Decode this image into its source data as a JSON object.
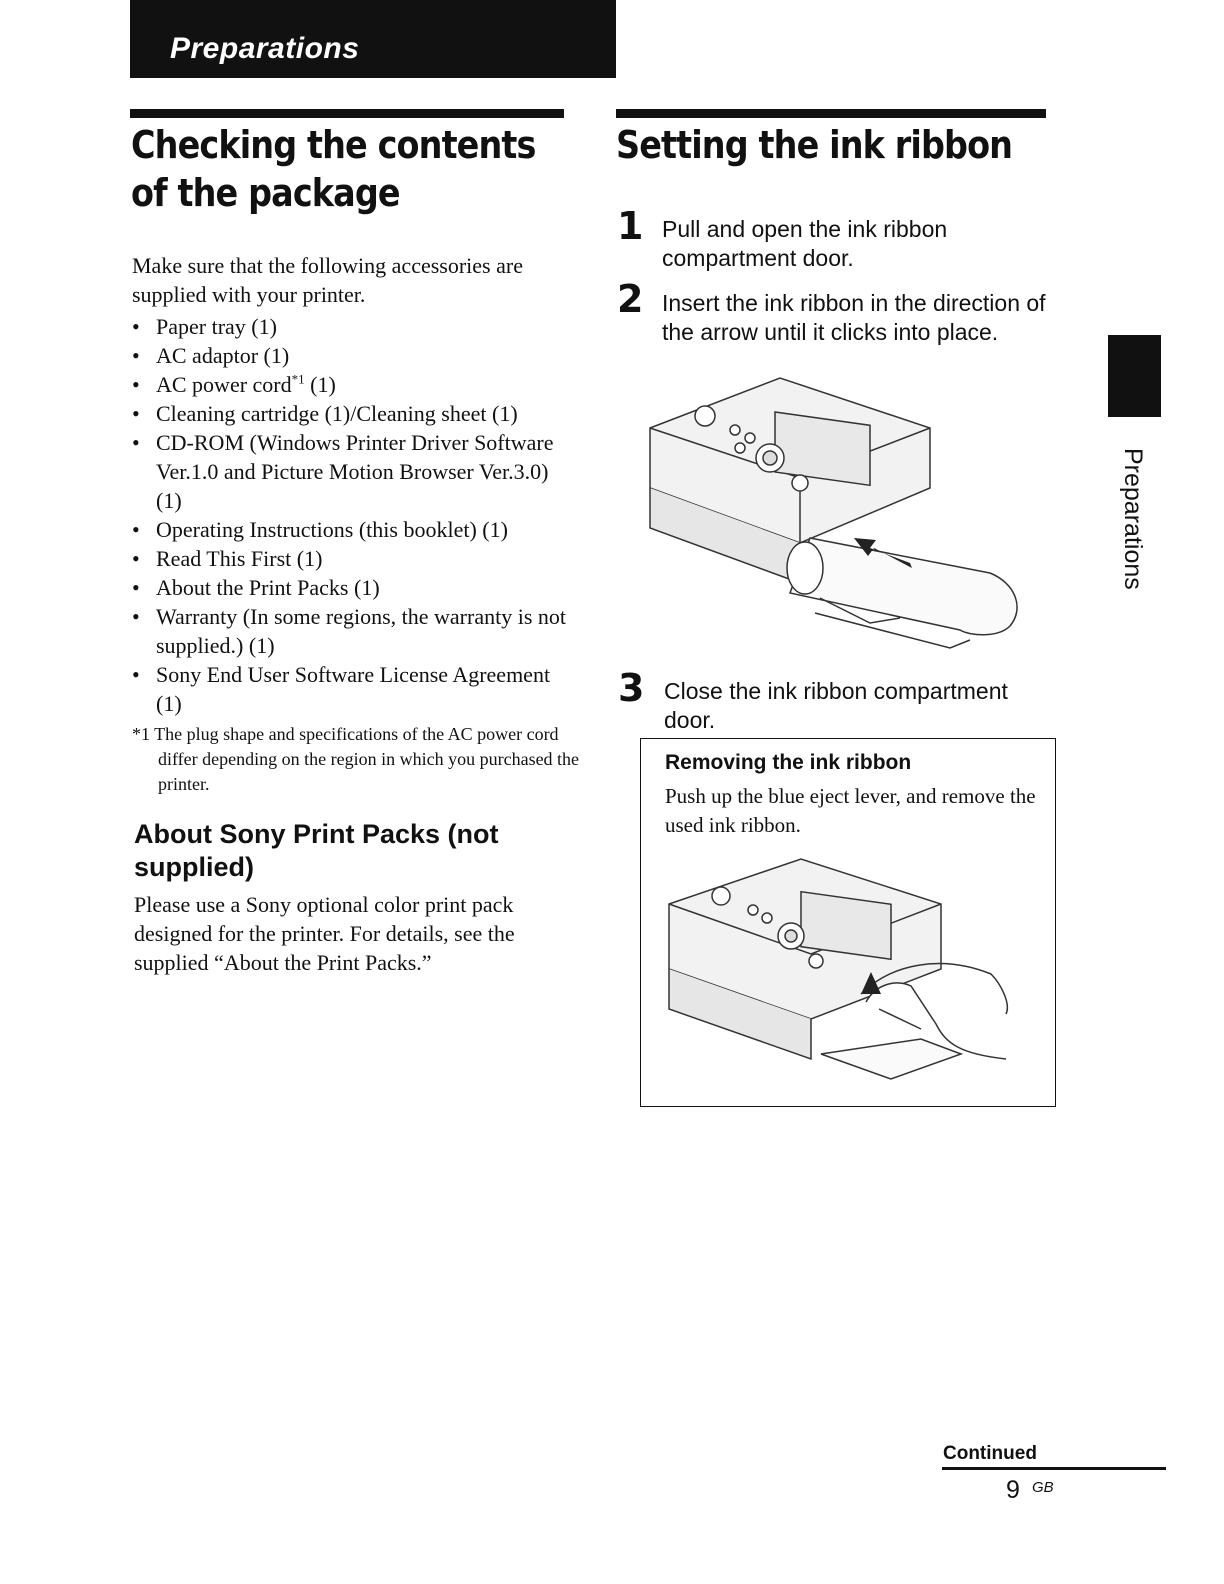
{
  "header": {
    "section_label": "Preparations"
  },
  "left": {
    "title_line1": "Checking the contents",
    "title_line2": "of the package",
    "intro": "Make sure that the following accessories are supplied with your printer.",
    "items": [
      "Paper tray (1)",
      "AC adaptor (1)",
      "AC power cord",
      "Cleaning cartridge (1)/Cleaning sheet (1)",
      "CD-ROM (Windows Printer Driver Software Ver.1.0 and Picture Motion Browser Ver.3.0)  (1)",
      "Operating Instructions (this booklet) (1)",
      "Read This First (1)",
      "About the Print Packs (1)",
      "Warranty (In some regions, the warranty is not supplied.) (1)",
      "Sony End User Software License Agreement (1)"
    ],
    "power_cord_mark": "*1",
    "power_cord_count": " (1)",
    "footnote": "*1 The plug shape and specifications of the AC power cord differ depending on the region in which you purchased the printer.",
    "subheading": "About Sony Print Packs (not supplied)",
    "subtext": "Please use a Sony optional color print pack designed for the printer. For details, see the supplied “About the Print Packs.”"
  },
  "right": {
    "title": "Setting the ink ribbon",
    "steps": [
      {
        "number": "1",
        "text": "Pull and open the ink ribbon compartment door."
      },
      {
        "number": "2",
        "text": "Insert the ink ribbon in the direction of the arrow until it clicks into place."
      },
      {
        "number": "3",
        "text": "Close the ink ribbon compartment door."
      }
    ],
    "note_title": "Removing the ink ribbon",
    "note_text": "Push up the blue eject lever, and remove the used ink ribbon."
  },
  "side_tab": {
    "label": "Preparations"
  },
  "footer": {
    "continued": "Continued",
    "page_number": "9",
    "page_suffix": "GB"
  }
}
